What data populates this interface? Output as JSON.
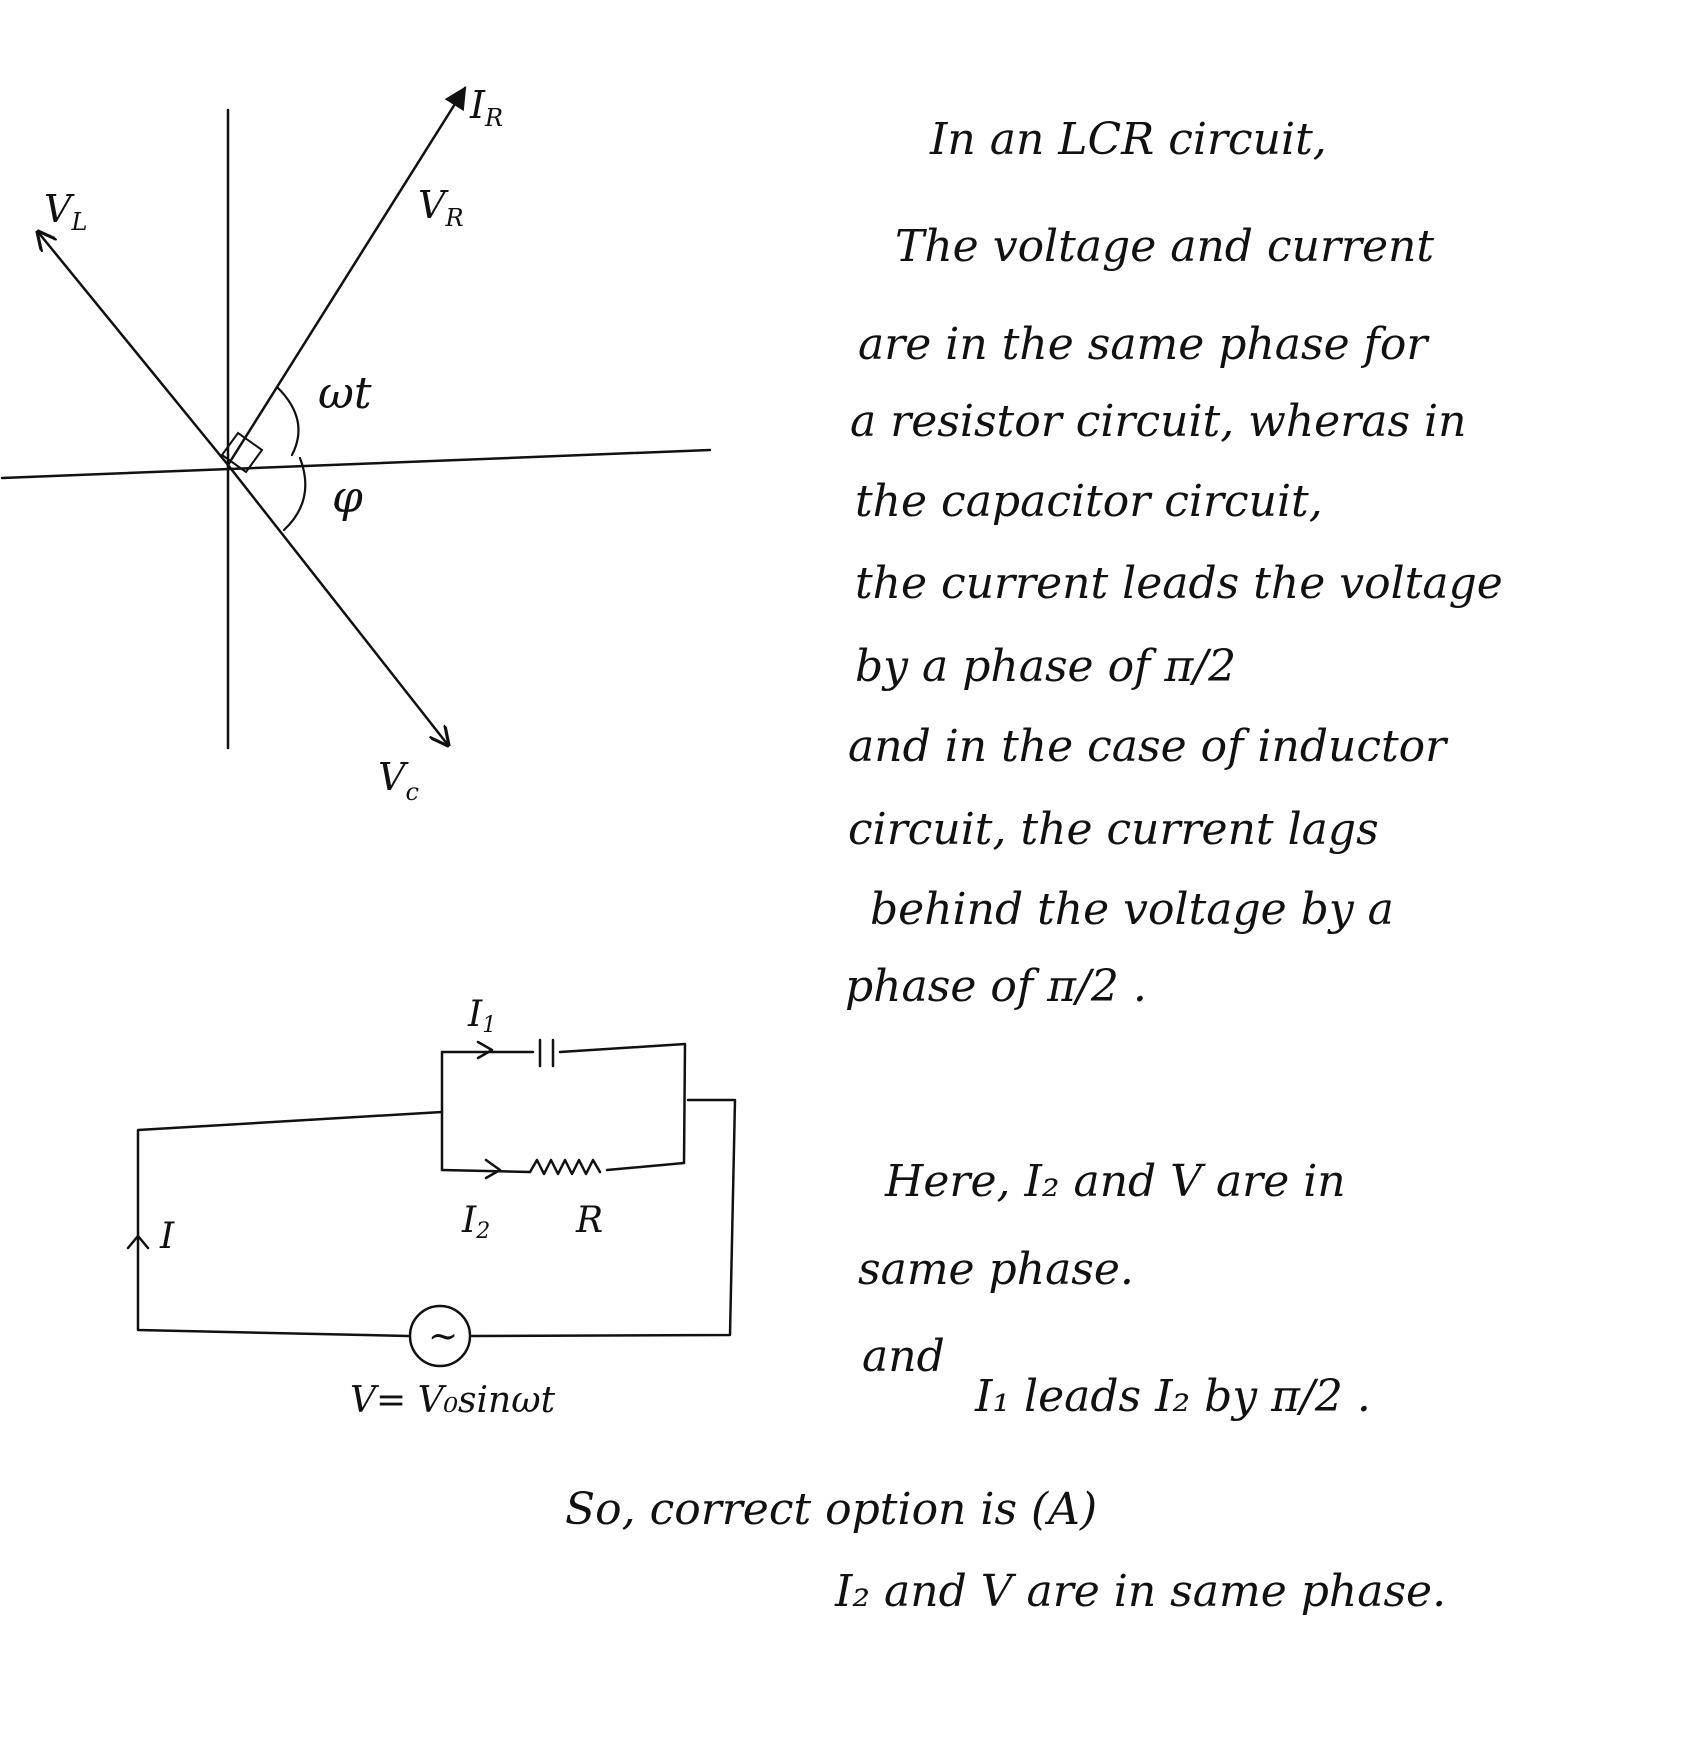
{
  "phasor": {
    "labels": {
      "ir": "I",
      "ir_sub": "R",
      "vr": "V",
      "vr_sub": "R",
      "vl": "V",
      "vl_sub": "L",
      "vc": "V",
      "vc_sub": "c",
      "omega_t": "ωt",
      "phi": "φ"
    }
  },
  "circuit": {
    "labels": {
      "i1": "I",
      "i1_sub": "1",
      "i2": "I",
      "i2_sub": "2",
      "r": "R",
      "i": "I",
      "source_symbol": "~",
      "source_eq": "V= V₀sinωt"
    }
  },
  "notes": {
    "heading": "In an LCR circuit,",
    "lines": [
      "The voltage and current",
      "are in the same phase for",
      "a resistor circuit, wheras in",
      "the capacitor circuit,",
      "the current leads the voltage",
      "by a phase of π/2",
      "and in the case of inductor",
      "circuit, the current lags",
      "behind the voltage by a",
      "phase of π/2 ."
    ],
    "here_line_1": "Here, I₂ and V are in",
    "here_line_2": "same phase.",
    "and_word": "and",
    "leads_line": "I₁ leads I₂ by π/2 .",
    "so_line": "So, correct option is (A)",
    "final_line": "I₂ and V are in same phase."
  }
}
